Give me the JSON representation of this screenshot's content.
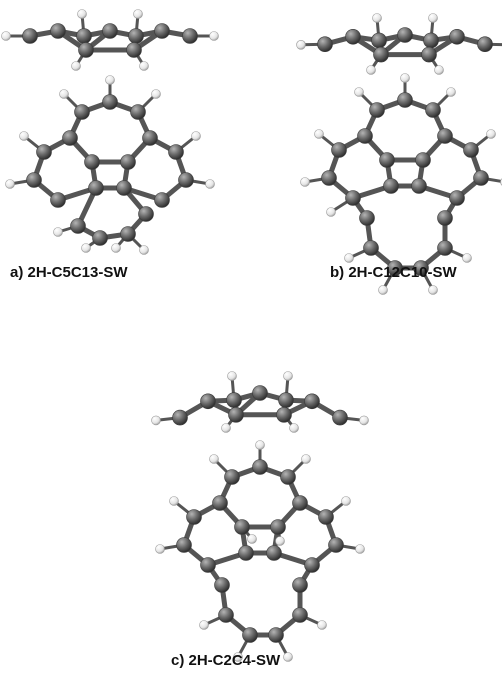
{
  "panels": [
    {
      "id": "a",
      "caption": "a)  2H-C5C13-SW"
    },
    {
      "id": "b",
      "caption": "b)  2H-C12C10-SW"
    },
    {
      "id": "c",
      "caption": "c)  2H-C2C4-SW"
    }
  ],
  "colors": {
    "carbon": "#6a6a6a",
    "carbon_dark": "#3a3a3a",
    "hydrogen": "#ececec",
    "bond": "#555555",
    "caption": "#111111"
  }
}
